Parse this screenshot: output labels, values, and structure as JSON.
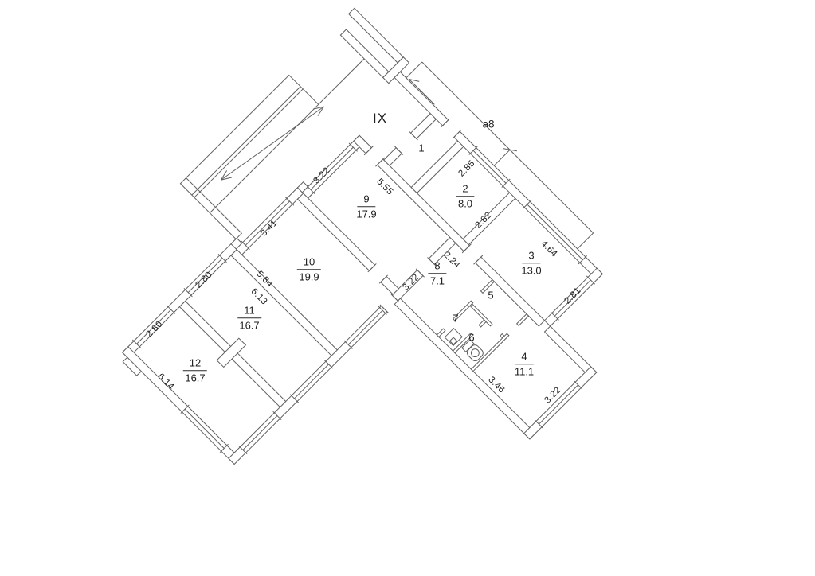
{
  "plan": {
    "floor_label": "IX",
    "balcony_label": "a8",
    "line_color": "#5f5f5f",
    "text_color": "#1e1e1e",
    "background": "#ffffff"
  },
  "rooms": [
    {
      "number": "1",
      "area": ""
    },
    {
      "number": "2",
      "area": "8.0"
    },
    {
      "number": "3",
      "area": "13.0"
    },
    {
      "number": "4",
      "area": "11.1"
    },
    {
      "number": "5",
      "area": ""
    },
    {
      "number": "6",
      "area": ""
    },
    {
      "number": "7",
      "area": ""
    },
    {
      "number": "8",
      "area": "7.1"
    },
    {
      "number": "9",
      "area": "17.9"
    },
    {
      "number": "10",
      "area": "19.9"
    },
    {
      "number": "11",
      "area": "16.7"
    },
    {
      "number": "12",
      "area": "16.7"
    }
  ],
  "dim_labels": [
    "3.22",
    "5.55",
    "3.41",
    "5.84",
    "2.80",
    "6.13",
    "2.80",
    "6.14",
    "2.85",
    "2.82",
    "2.24",
    "4.64",
    "2.81",
    "3.46",
    "3.22",
    "3.22"
  ],
  "icons": {
    "stair_arrow": "stair-direction-arrow",
    "entry_arrow": "entrance-direction-arrow",
    "toilet": "toilet-fixture",
    "sink": "sink-fixture"
  }
}
